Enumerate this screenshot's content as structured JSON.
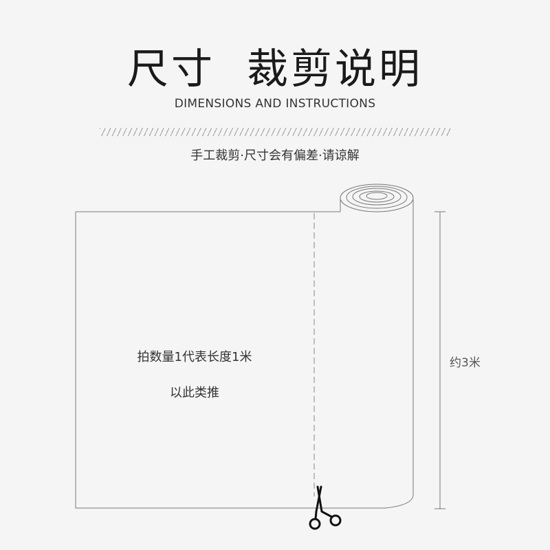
{
  "header": {
    "title_part1": "尺寸",
    "title_part2": "裁剪说明",
    "subtitle": "DIMENSIONS AND INSTRUCTIONS",
    "note": "手工裁剪·尺寸会有偏差·请谅解"
  },
  "diagram": {
    "label_line1": "拍数量1代表长度1米",
    "label_line2": "以此类推",
    "length_label": "约3米",
    "cut_icon": "scissors-icon"
  }
}
